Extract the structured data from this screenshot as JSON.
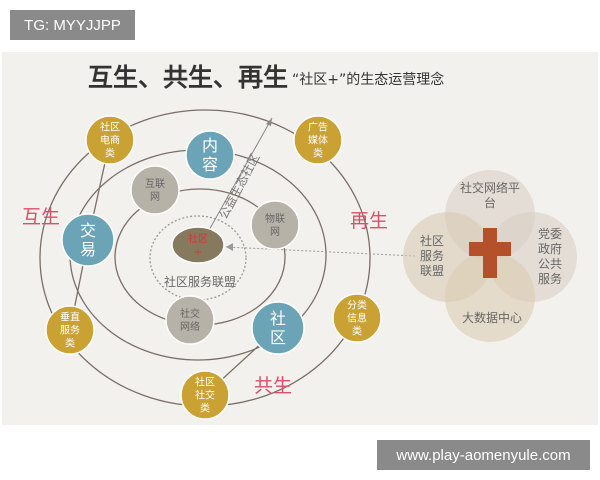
{
  "watermark_top": "TG: MYYJJPP",
  "watermark_bottom": "www.play-aomenyule.com",
  "title": {
    "main": "互生、共生、再生",
    "sub": "“社区+”的生态运营理念"
  },
  "labels": {
    "husheng": "互生",
    "zaisheng": "再生",
    "gongsheng": "共生",
    "alliance": "社区服务联盟",
    "arrow_text": "公益生态社区"
  },
  "nodes": {
    "ecommerce": [
      "社区",
      "电商",
      "类"
    ],
    "ads": [
      "广告",
      "媒体",
      "类"
    ],
    "content": [
      "内",
      "容"
    ],
    "internet": [
      "互联",
      "网"
    ],
    "iot": [
      "物联",
      "网"
    ],
    "trade": [
      "交",
      "易"
    ],
    "core": [
      "社区",
      "+"
    ],
    "social_net": [
      "社交",
      "网络"
    ],
    "community": [
      "社",
      "区"
    ],
    "vertical": [
      "垂直",
      "服务",
      "类"
    ],
    "classified": [
      "分类",
      "信息",
      "类"
    ],
    "social": [
      "社区",
      "社交",
      "类"
    ]
  },
  "cluster": {
    "top": [
      "社交网络平",
      "台"
    ],
    "left": [
      "社区",
      "服务",
      "联盟"
    ],
    "right": [
      "党委",
      "政府",
      "公共",
      "服务"
    ],
    "bottom": [
      "大数据中心"
    ]
  },
  "colors": {
    "gold": "#c9a233",
    "blue": "#6aa4b6",
    "gray": "#b7b2a8",
    "core": "#857a5e",
    "red": "#d9506b",
    "cross": "#b4512a",
    "bg": "#f3f1ee"
  }
}
